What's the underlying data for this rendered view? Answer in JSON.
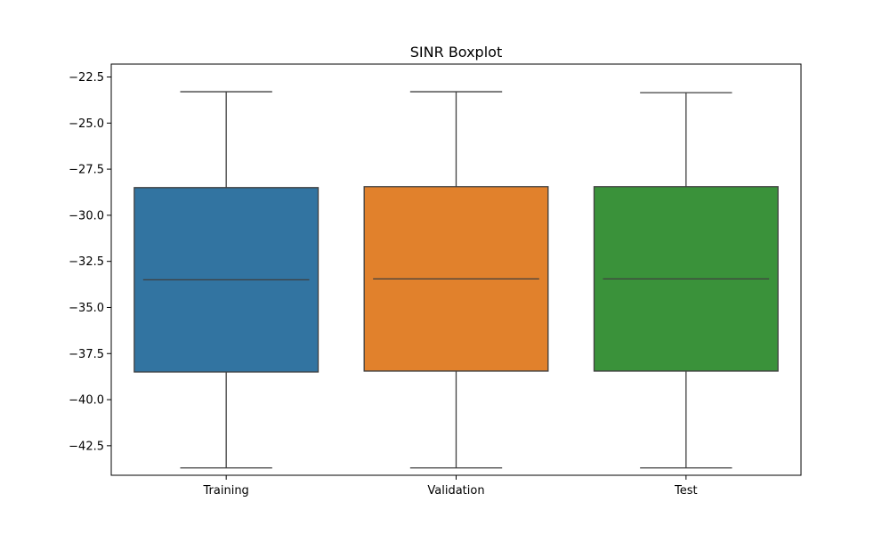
{
  "chart_data": {
    "type": "boxplot",
    "title": "SINR Boxplot",
    "xlabel": "",
    "ylabel": "",
    "notched": true,
    "grid": false,
    "ylim": [
      -44.1,
      -21.8
    ],
    "yticks": [
      "−22.5",
      "−25.0",
      "−27.5",
      "−30.0",
      "−32.5",
      "−35.0",
      "−37.5",
      "−40.0",
      "−42.5"
    ],
    "ytick_values": [
      -22.5,
      -25.0,
      -27.5,
      -30.0,
      -32.5,
      -35.0,
      -37.5,
      -40.0,
      -42.5
    ],
    "categories": [
      "Training",
      "Validation",
      "Test"
    ],
    "colors": [
      "#3274a1",
      "#e1812c",
      "#3a923a"
    ],
    "edge_color": "#3f3f3f",
    "boxes": [
      {
        "label": "Training",
        "whislo": -43.7,
        "q1": -38.5,
        "med": -33.5,
        "q3": -28.5,
        "whishi": -23.3,
        "notch_lo": -33.45,
        "notch_hi": -33.55
      },
      {
        "label": "Validation",
        "whislo": -43.7,
        "q1": -38.45,
        "med": -33.45,
        "q3": -28.45,
        "whishi": -23.3,
        "notch_lo": -33.4,
        "notch_hi": -33.5
      },
      {
        "label": "Test",
        "whislo": -43.7,
        "q1": -38.45,
        "med": -33.45,
        "q3": -28.45,
        "whishi": -23.35,
        "notch_lo": -33.4,
        "notch_hi": -33.5
      }
    ]
  }
}
